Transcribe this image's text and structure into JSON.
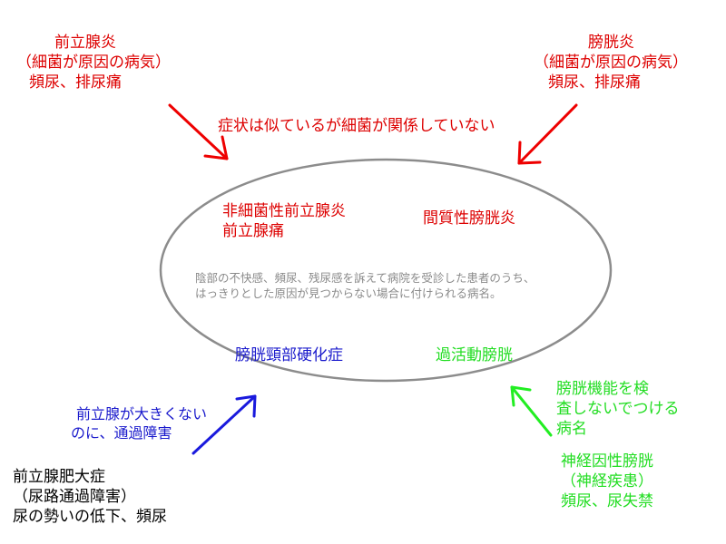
{
  "colors": {
    "prostatitis": "#dd0000",
    "obstruction": "#1a1acc",
    "bladder_function": "#22dd22",
    "ellipse_stroke": "#8c8c8c",
    "description": "#8a8a8a"
  },
  "top_left": {
    "lines": [
      "前立腺炎",
      "（細菌が原因の病気）",
      "頻尿、排尿痛"
    ]
  },
  "top_right": {
    "lines": [
      "膀胱炎",
      "（細菌が原因の病気）",
      "頻尿、排尿痛"
    ]
  },
  "top_caption": "症状は似ているが細菌が関係していない",
  "ellipse": {
    "nonbacterial": [
      "非細菌性前立腺炎",
      "前立腺痛"
    ],
    "interstitial": "間質性膀胱炎",
    "description": [
      "陰部の不快感、頻尿、残尿感を訴えて病院を受診した患者のうち、",
      "はっきりとした原因が見つからない場合に付けられる病名。"
    ],
    "bladder_neck": "膀胱頸部硬化症",
    "overactive": "過活動膀胱"
  },
  "bottom_left_caption": [
    "前立腺が大きくない",
    "のに、通過障害"
  ],
  "bottom_left": {
    "lines": [
      "前立腺肥大症",
      "（尿路通過障害）",
      "尿の勢いの低下、頻尿"
    ]
  },
  "bottom_right_caption": [
    "膀胱機能を検",
    "査しないでつける",
    "病名"
  ],
  "bottom_right": {
    "lines": [
      "神経因性膀胱",
      "（神経疾患）",
      "頻尿、尿失禁"
    ]
  }
}
